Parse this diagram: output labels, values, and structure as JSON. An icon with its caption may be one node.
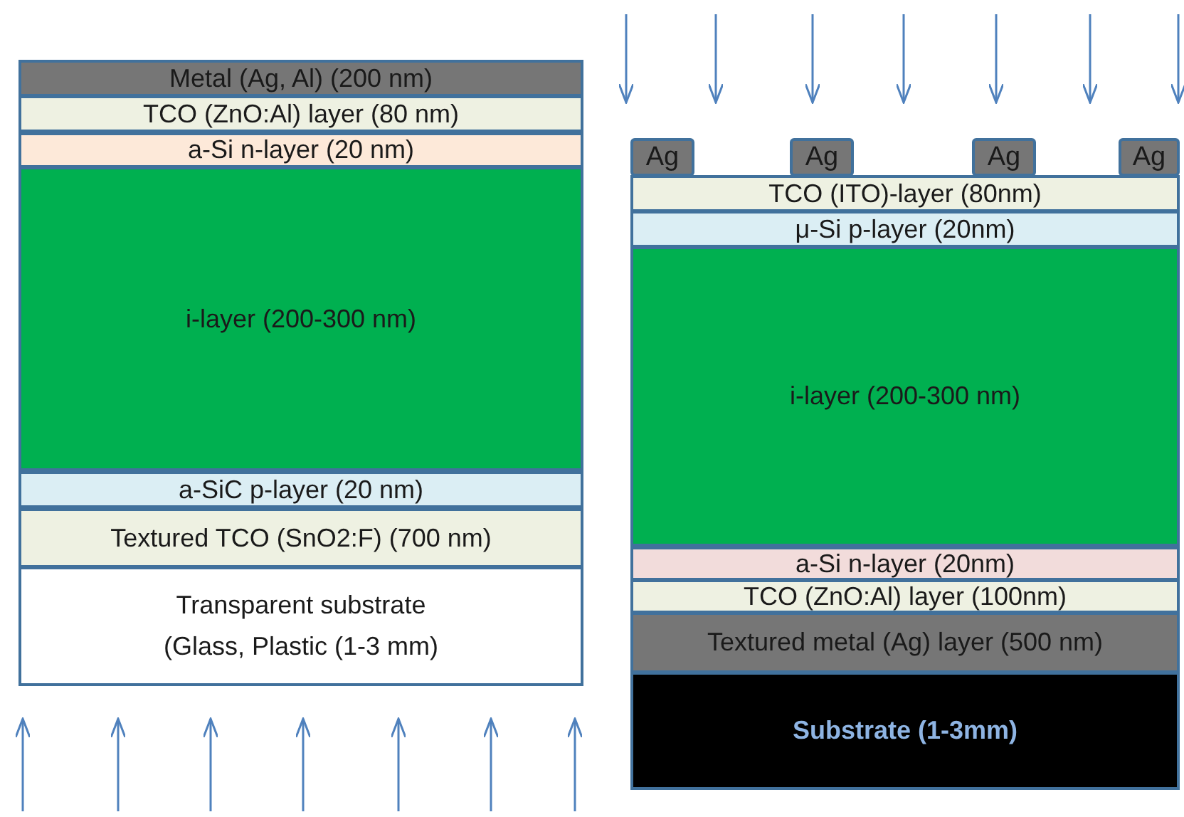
{
  "diagram": {
    "nodes": [
      {
        "text": [
          "Metal (Ag, Al) (200 nm)"
        ]
      },
      {
        "text": [
          "TCO (ZnO:Al) layer (80 nm)"
        ]
      },
      {
        "text": [
          "a-Si n-layer (20 nm)"
        ]
      },
      {
        "text": [
          "i-layer (200-300 nm)"
        ]
      },
      {
        "text": [
          "a-SiC p-layer (20 nm)"
        ]
      },
      {
        "text": [
          "Textured TCO (SnO2:F) (700 nm)"
        ]
      },
      {
        "text": [
          "Transparent substrate (Glass, Plastic (1-3 mm)"
        ]
      },
      {
        "text": [
          "Ag"
        ]
      },
      {
        "text": [
          "Ag"
        ]
      },
      {
        "text": [
          "Ag"
        ]
      },
      {
        "text": [
          "Ag"
        ]
      },
      {
        "text": [
          "TCO (ITO)-layer (80nm)"
        ]
      },
      {
        "text": [
          "μ-Si p-layer (20nm)"
        ]
      },
      {
        "text": [
          "i-layer (200-300 nm)"
        ]
      },
      {
        "text": [
          "a-Si n-layer (20nm)"
        ]
      },
      {
        "text": [
          "TCO (ZnO:Al) layer (100nm)"
        ]
      },
      {
        "text": [
          "Textured metal (Ag) layer (500 nm)"
        ]
      },
      {
        "text": [
          "Substrate (1-3mm)"
        ]
      }
    ]
  }
}
